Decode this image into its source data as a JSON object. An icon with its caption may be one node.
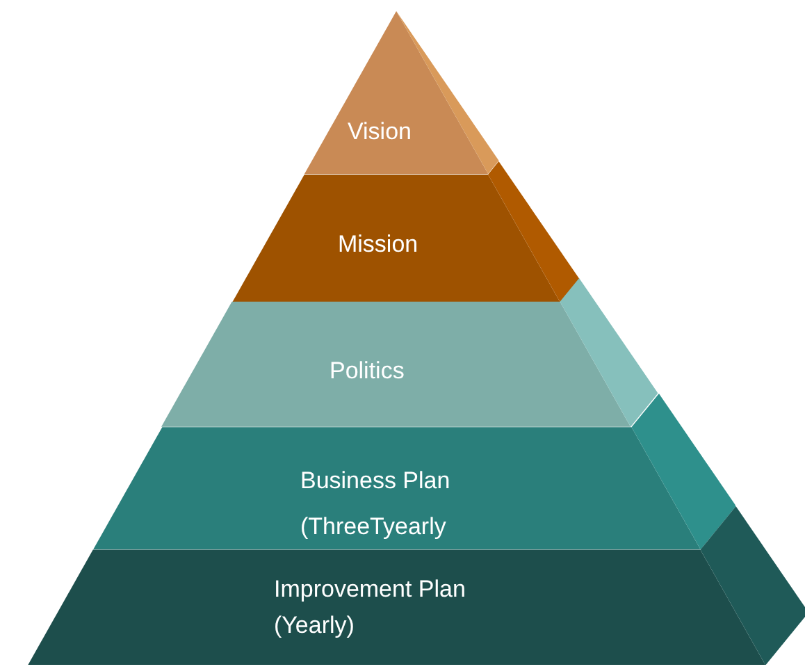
{
  "diagram": {
    "nodes": [
      {
        "text": [
          "Vision"
        ]
      },
      {
        "text": [
          "Mission"
        ]
      },
      {
        "text": [
          "Politics"
        ]
      },
      {
        "text": [
          "Business Plan (ThreeTyearly"
        ]
      },
      {
        "text": [
          "Improvement Plan (Yearly)"
        ]
      }
    ]
  }
}
